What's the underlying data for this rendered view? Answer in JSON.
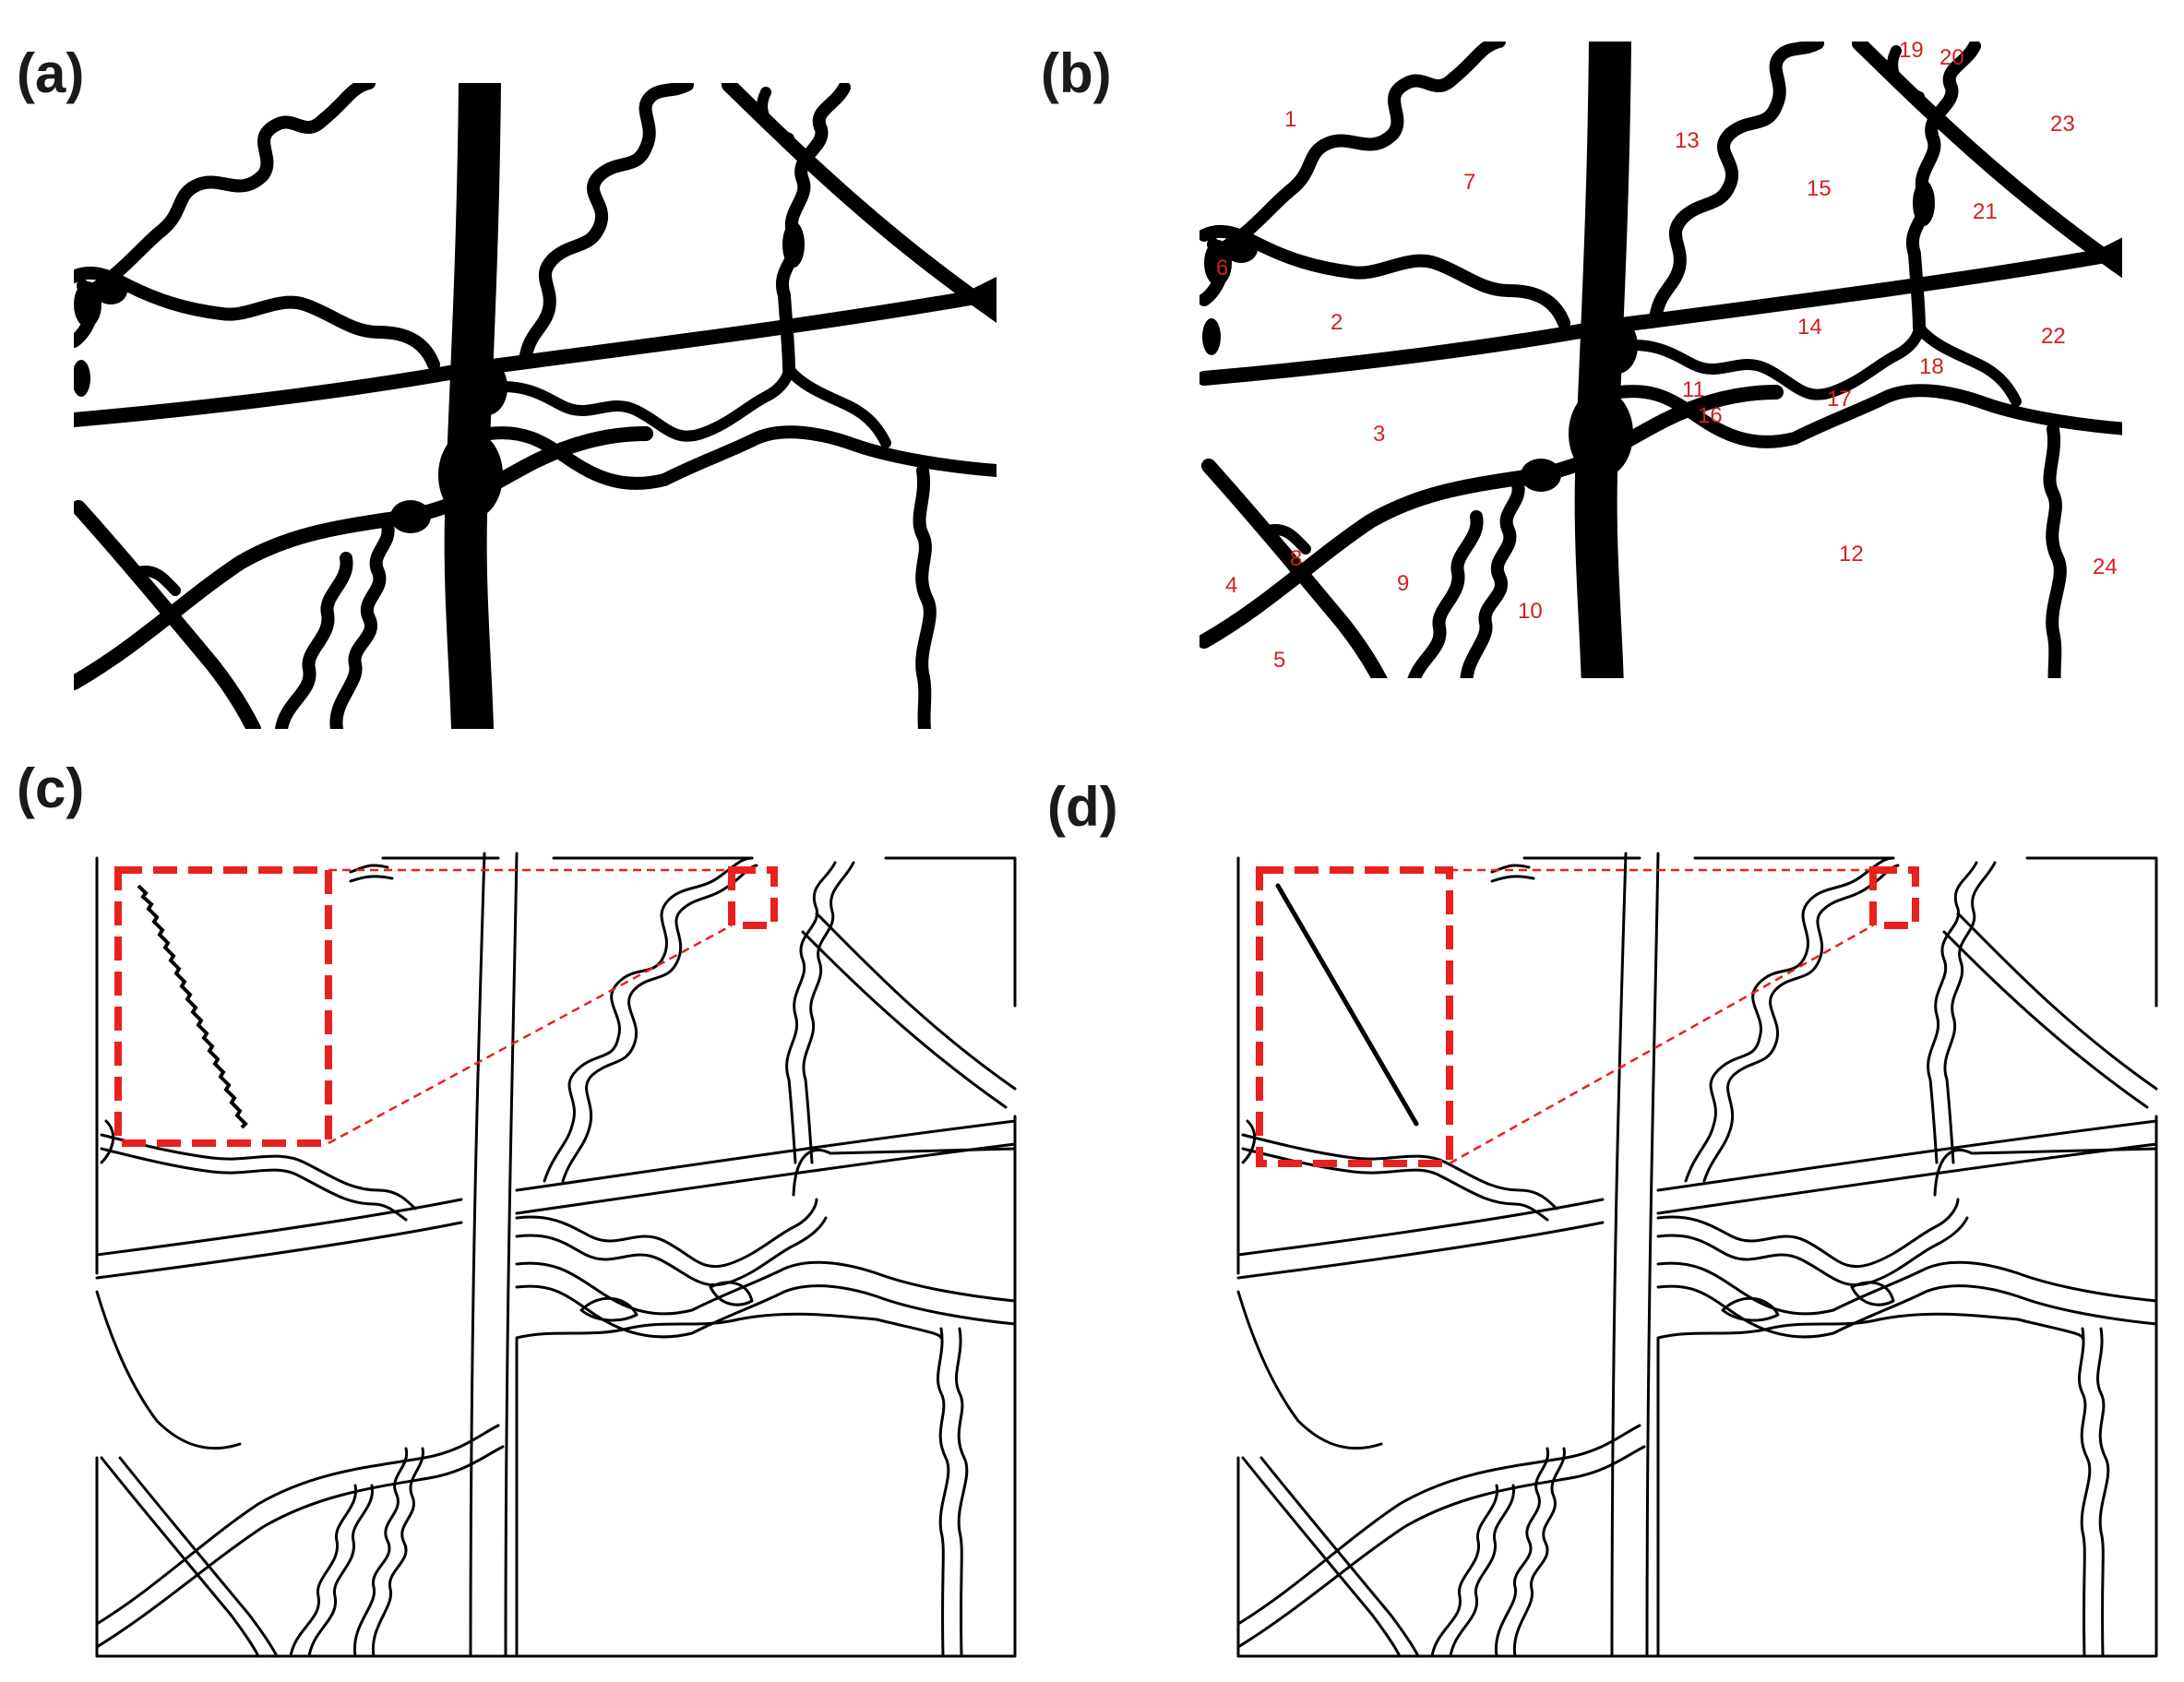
{
  "figure": {
    "panels": [
      {
        "id": "a",
        "label": "(a)"
      },
      {
        "id": "b",
        "label": "(b)"
      },
      {
        "id": "c",
        "label": "(c)"
      },
      {
        "id": "d",
        "label": "(d)"
      }
    ],
    "region_labels": [
      "1",
      "2",
      "3",
      "4",
      "5",
      "6",
      "7",
      "8",
      "9",
      "10",
      "11",
      "12",
      "13",
      "14",
      "15",
      "16",
      "17",
      "18",
      "19",
      "20",
      "21",
      "22",
      "23",
      "24"
    ],
    "colors": {
      "road_ink": "#000000",
      "label_red": "#d42020",
      "zoom_red": "#e8211e",
      "background": "#ffffff"
    }
  }
}
